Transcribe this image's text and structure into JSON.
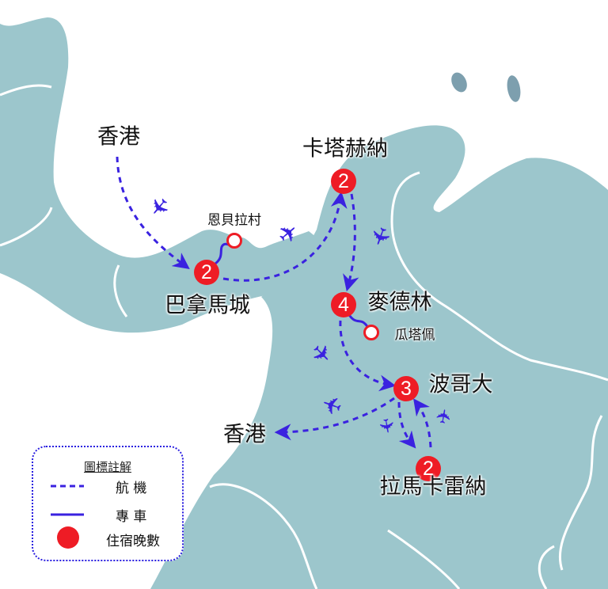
{
  "colors": {
    "land": "#9cc6cc",
    "sea": "#ffffff",
    "island": "#7d9fae",
    "flight": "#3a22e0",
    "marker": "#ee1c25"
  },
  "cities": {
    "hk_origin": "香港",
    "cartagena": "卡塔赫納",
    "embera": "恩貝拉村",
    "panama": "巴拿馬城",
    "medellin": "麥德林",
    "guatape": "瓜塔佩",
    "bogota": "波哥大",
    "hk_return": "香港",
    "macarena": "拉馬卡雷納"
  },
  "nights": {
    "panama": "2",
    "cartagena": "2",
    "medellin": "4",
    "bogota": "3",
    "macarena": "2"
  },
  "legend": {
    "title": "圖標註解",
    "flight": "航 機",
    "car": "專 車",
    "nights": "住宿晚數"
  },
  "icons": [
    "airplane-icon",
    "map-marker-icon"
  ]
}
